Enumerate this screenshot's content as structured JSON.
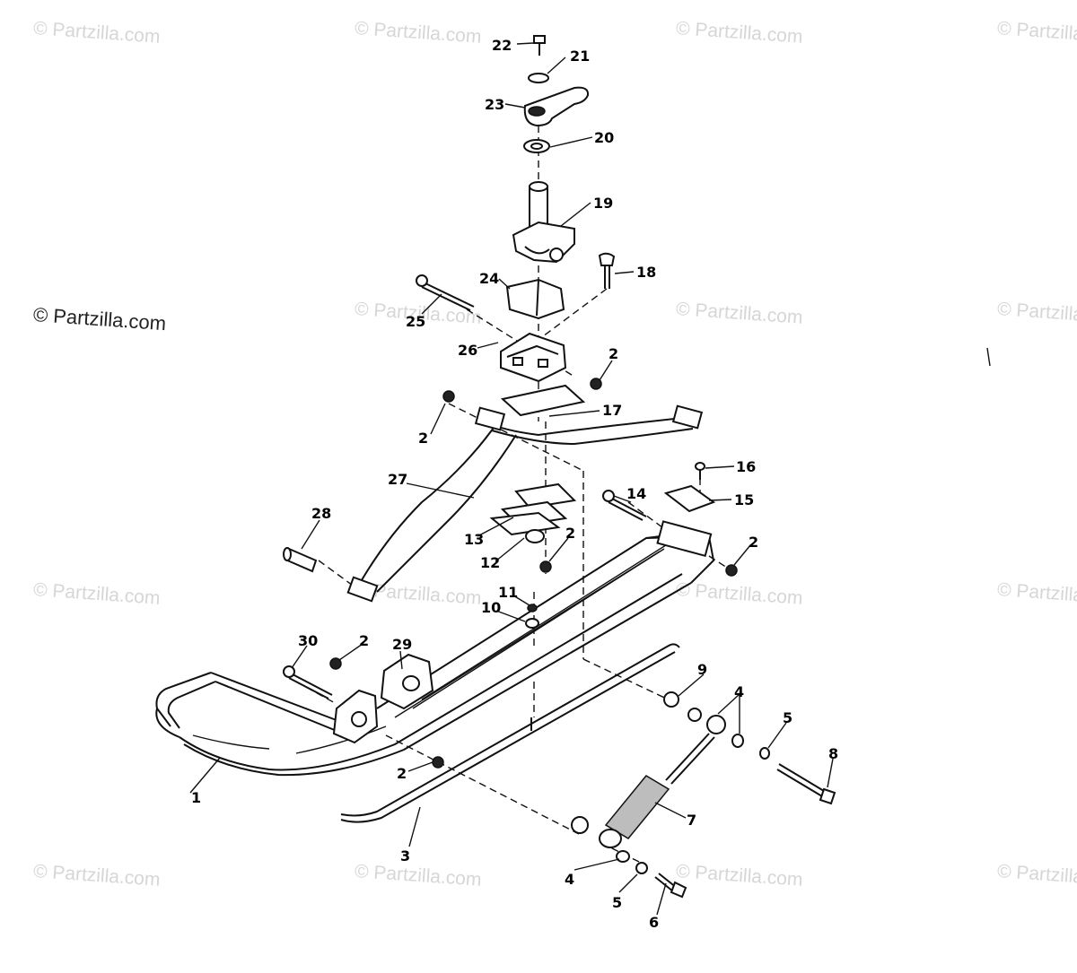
{
  "watermark": {
    "main": "© Partzilla.com",
    "faint": "© Partzilla.com"
  },
  "callouts": {
    "c1": "1",
    "c2a": "2",
    "c2b": "2",
    "c2c": "2",
    "c2d": "2",
    "c2e": "2",
    "c2f": "2",
    "c3": "3",
    "c4a": "4",
    "c4b": "4",
    "c5a": "5",
    "c5b": "5",
    "c6": "6",
    "c7": "7",
    "c8": "8",
    "c9": "9",
    "c10": "10",
    "c11": "11",
    "c12": "12",
    "c13": "13",
    "c14": "14",
    "c15": "15",
    "c16": "16",
    "c17": "17",
    "c18": "18",
    "c19": "19",
    "c20": "20",
    "c21": "21",
    "c22": "22",
    "c23": "23",
    "c24": "24",
    "c25": "25",
    "c26": "26",
    "c27": "27",
    "c28": "28",
    "c29": "29",
    "c30": "30"
  }
}
